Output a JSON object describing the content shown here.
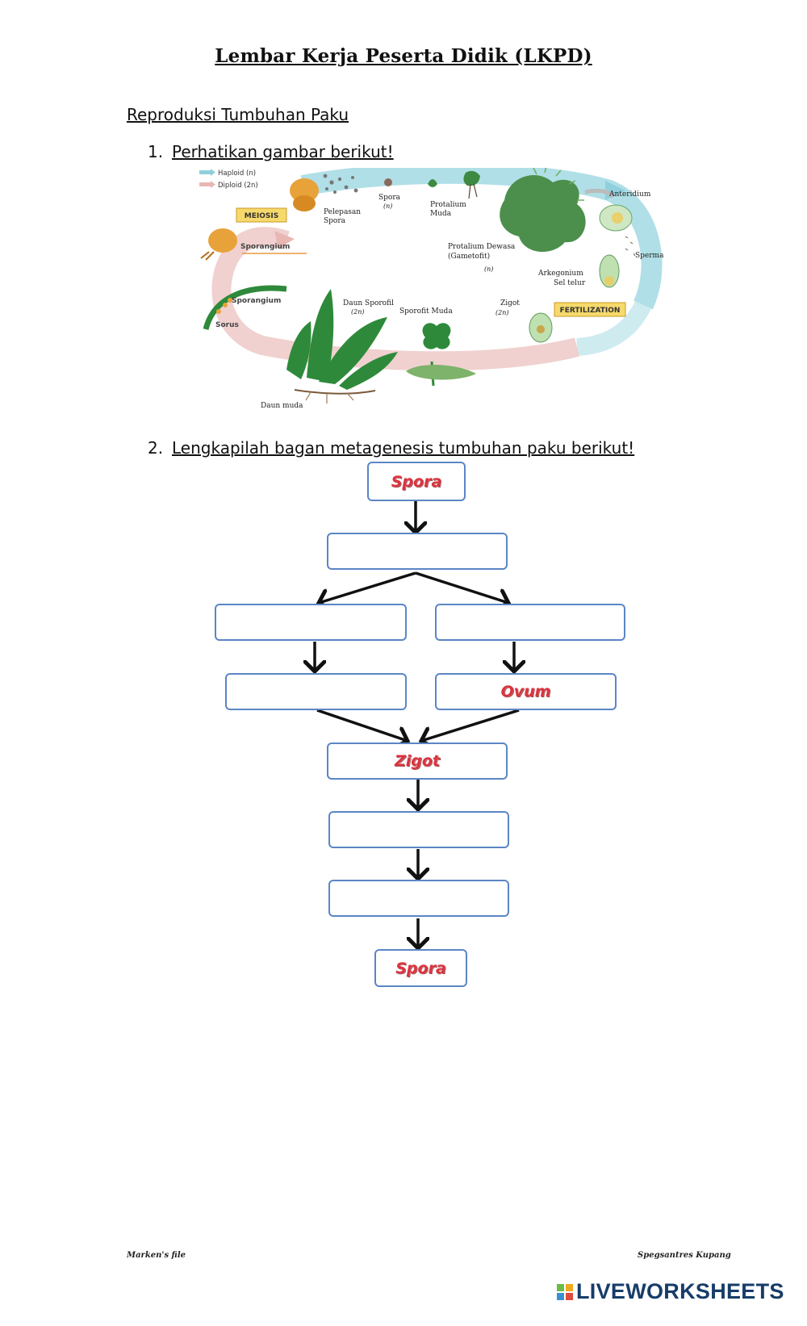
{
  "header": {
    "title": "Lembar Kerja Peserta Didik (LKPD)"
  },
  "section": {
    "title": "Reproduksi Tumbuhan Paku"
  },
  "questions": [
    {
      "number": "1.",
      "text": "Perhatikan gambar berikut!"
    },
    {
      "number": "2.",
      "text": "Lengkapilah bagan metagenesis tumbuhan paku berikut!"
    }
  ],
  "life_cycle": {
    "legend": {
      "haploid": "Haploid (n)",
      "diploid": "Diploid (2n)"
    },
    "labels": {
      "meiosis": "MEIOSIS",
      "pelepasan": "Pelepasan",
      "spora_word": "Spora",
      "spora": "Spora",
      "spora_n": "(n)",
      "protalium_muda_1": "Protalium",
      "protalium_muda_2": "Muda",
      "anteridium": "Anteridium",
      "sporangium_top": "Sporangium",
      "protalium_dewasa_1": "Protalium Dewasa",
      "protalium_dewasa_2": "(Gametofit)",
      "protalium_dewasa_n": "(n)",
      "sperma": "Sperma",
      "arkegonium": "Arkegonium",
      "sel_telur": "Sel telur",
      "sporangium_bottom": "Sporangium",
      "sorus": "Sorus",
      "daun_sporofil": "Daun Sporofil",
      "daun_sporofil_2n": "(2n)",
      "sporofit_muda": "Sporofit Muda",
      "zigot": "Zigot",
      "zigot_2n": "(2n)",
      "fertilization": "FERTILIZATION",
      "daun_muda": "Daun muda"
    },
    "colors": {
      "haploid": "#8fd0dc",
      "diploid": "#e8b7b4",
      "plant": "#2e8a3a",
      "sporangium": "#e8a23a",
      "label_box": "#f6d96b"
    }
  },
  "flowchart": {
    "box1": "Spora",
    "box2": "",
    "box3_left": "",
    "box3_right": "",
    "box4_left": "",
    "box4_right": "Ovum",
    "box5": "Zigot",
    "box6": "",
    "box7": "",
    "box8": "Spora",
    "colors": {
      "border": "#5b86c5",
      "answer_text": "#d9343f"
    }
  },
  "footer": {
    "left": "Marken's file",
    "right": "Spegsantres Kupang",
    "brand": "LIVEWORKSHEETS",
    "brand_colors": [
      "#6dbb45",
      "#f2a91f",
      "#3b8fd0",
      "#e04b3b"
    ]
  }
}
